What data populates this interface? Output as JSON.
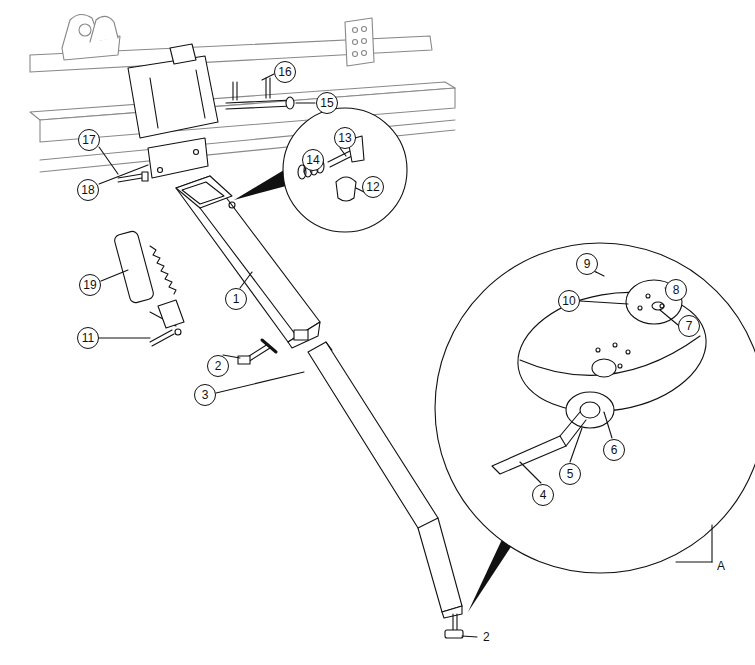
{
  "diagram": {
    "nodes": [
      {
        "text": [
          "16"
        ]
      },
      {
        "text": [
          "15"
        ]
      },
      {
        "text": [
          "17"
        ]
      },
      {
        "text": [
          "13"
        ]
      },
      {
        "text": [
          "14"
        ]
      },
      {
        "text": [
          "18"
        ]
      },
      {
        "text": [
          "12"
        ]
      },
      {
        "text": [
          "9"
        ]
      },
      {
        "text": [
          "19"
        ]
      },
      {
        "text": [
          "1"
        ]
      },
      {
        "text": [
          "10"
        ]
      },
      {
        "text": [
          "8"
        ]
      },
      {
        "text": [
          "7"
        ]
      },
      {
        "text": [
          "11"
        ]
      },
      {
        "text": [
          "2"
        ]
      },
      {
        "text": [
          "3"
        ]
      },
      {
        "text": [
          "6"
        ]
      },
      {
        "text": [
          "5"
        ]
      },
      {
        "text": [
          "4"
        ]
      }
    ],
    "labels": [
      "2",
      "A"
    ]
  }
}
